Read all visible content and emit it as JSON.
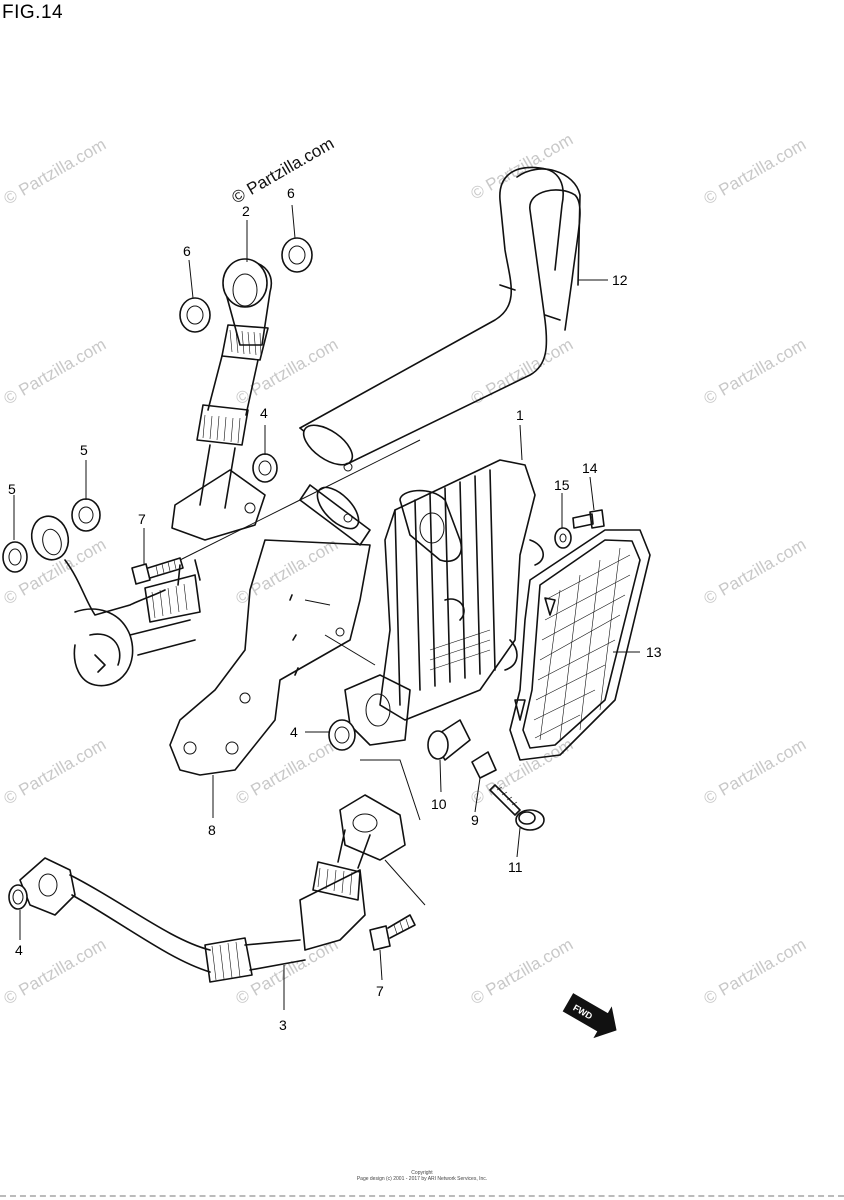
{
  "figure": {
    "title": "FIG.14"
  },
  "watermark": {
    "main_text": "© Partzilla.com",
    "repeat_text": "© Partzilla.com"
  },
  "direction_badge": {
    "label": "FWD",
    "icon": "fwd-arrow-icon"
  },
  "footer": {
    "line1": "Copyright",
    "line2": "Page design (c) 2001 - 2017 by ARI Network Services, Inc."
  },
  "callouts": [
    {
      "id": "c1",
      "text": "1"
    },
    {
      "id": "c2",
      "text": "2"
    },
    {
      "id": "c3",
      "text": "3"
    },
    {
      "id": "c4a",
      "text": "4"
    },
    {
      "id": "c4b",
      "text": "4"
    },
    {
      "id": "c4c",
      "text": "4"
    },
    {
      "id": "c5a",
      "text": "5"
    },
    {
      "id": "c5b",
      "text": "5"
    },
    {
      "id": "c6a",
      "text": "6"
    },
    {
      "id": "c6b",
      "text": "6"
    },
    {
      "id": "c7a",
      "text": "7"
    },
    {
      "id": "c7b",
      "text": "7"
    },
    {
      "id": "c8",
      "text": "8"
    },
    {
      "id": "c9",
      "text": "9"
    },
    {
      "id": "c10",
      "text": "10"
    },
    {
      "id": "c11",
      "text": "11"
    },
    {
      "id": "c12",
      "text": "12"
    },
    {
      "id": "c13",
      "text": "13"
    },
    {
      "id": "c14",
      "text": "14"
    },
    {
      "id": "c15",
      "text": "15"
    }
  ]
}
